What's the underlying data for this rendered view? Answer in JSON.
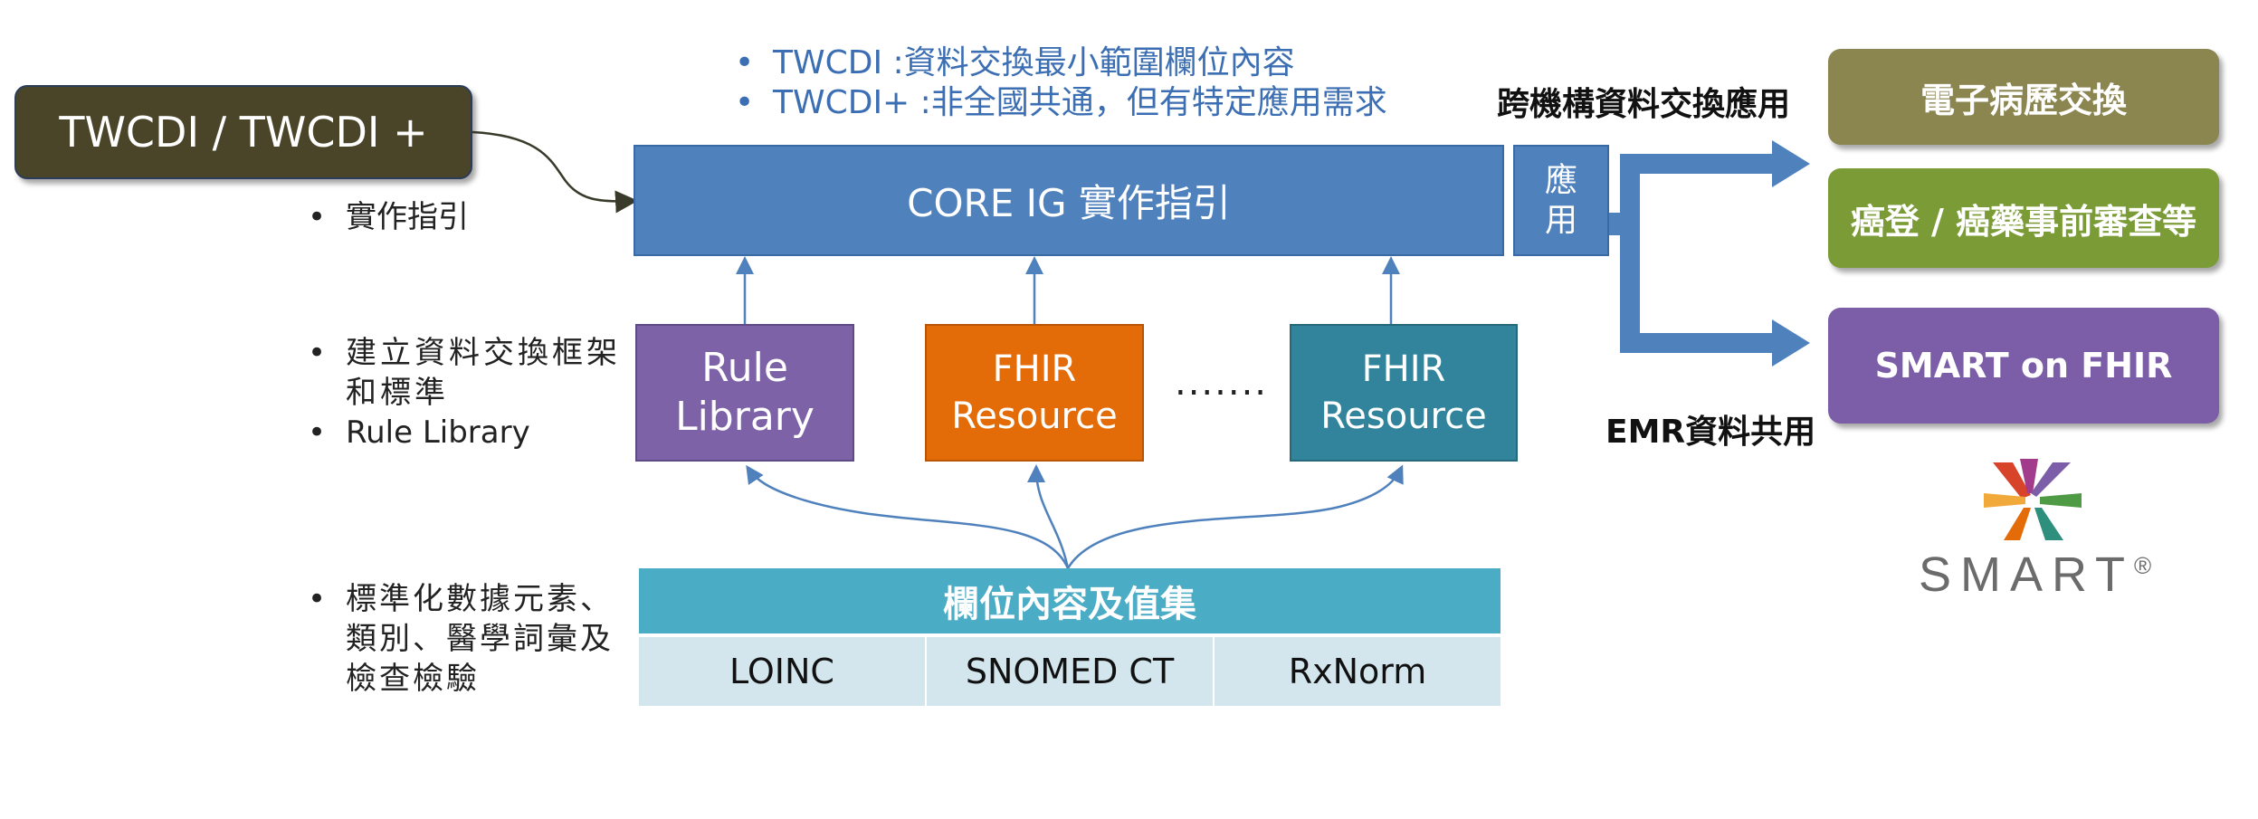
{
  "header_bullets": [
    "TWCDI :資料交換最小範圍欄位內容",
    "TWCDI+ :非全國共通，但有特定應用需求"
  ],
  "twcdi_box": "TWCDI / TWCDI +",
  "left_notes": {
    "impl_guide": "實作指引",
    "framework": "建立資料交換框架和標準",
    "rule_library": "Rule Library",
    "standard_elements": "標準化數據元素、類別、醫學詞彙及檢查檢驗"
  },
  "core_ig": "CORE IG 實作指引",
  "application": "應用",
  "modules": {
    "rule_library": [
      "Rule",
      "Library"
    ],
    "fhir_resource_1": [
      "FHIR",
      "Resource"
    ],
    "ellipsis": ".......",
    "fhir_resource_2": [
      "FHIR",
      "Resource"
    ]
  },
  "value_sets": {
    "title": "欄位內容及值集",
    "items": [
      "LOINC",
      "SNOMED CT",
      "RxNorm"
    ]
  },
  "right_labels": {
    "cross_institution": "跨機構資料交換應用",
    "emr_sharing": "EMR資料共用"
  },
  "use_cases": [
    {
      "label": "電子病歷交換",
      "color": "#8b8550"
    },
    {
      "label": "癌登 / 癌藥事前審查等",
      "color": "#7a9b35"
    },
    {
      "label": "SMART on FHIR",
      "color": "#7b5ea7"
    }
  ],
  "logo": {
    "text": "SMART",
    "mark": "®"
  },
  "colors": {
    "core_blue": "#4f81bd",
    "purple": "#7d62a8",
    "orange": "#e36c09",
    "teal": "#31849b",
    "value_header": "#4bacc6",
    "value_cell": "#d4e6ed",
    "twcdi_dark": "#4a4428",
    "bullet_text_blue": "#3b6eb2"
  }
}
